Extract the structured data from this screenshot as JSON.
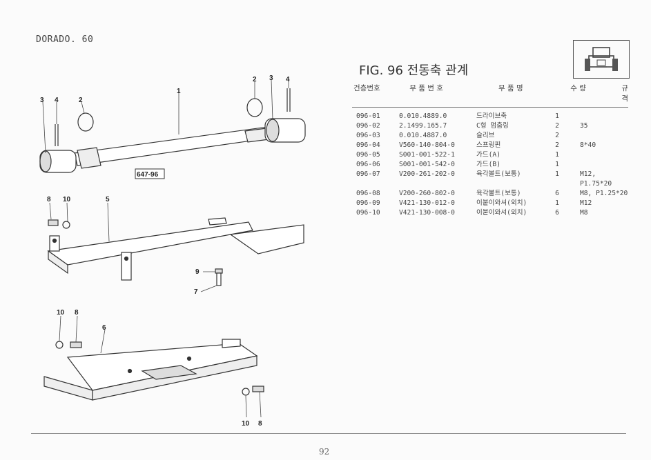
{
  "header": {
    "model": "DORADO. 60",
    "fig_title": "FIG. 96 전동축 관계",
    "icon": "tractor-front-icon"
  },
  "table": {
    "headers": [
      "건층번호",
      "부 품 번 호",
      "부 품 명",
      "수 량",
      "규 격"
    ],
    "rows": [
      [
        "096-01",
        "0.010.4889.0",
        "드라이브축",
        "1",
        ""
      ],
      [
        "096-02",
        "2.1499.165.7",
        "C형 멈춤링",
        "2",
        "35"
      ],
      [
        "096-03",
        "0.010.4887.0",
        "슬리브",
        "2",
        ""
      ],
      [
        "096-04",
        "V560-140-804-0",
        "스프링핀",
        "2",
        "8*40"
      ],
      [
        "096-05",
        "S001-001-522-1",
        "가드(A)",
        "1",
        ""
      ],
      [
        "096-06",
        "S001-001-542-0",
        "가드(B)",
        "1",
        ""
      ],
      [
        "096-07",
        "V200-261-202-0",
        "육각볼트(보통)",
        "1",
        "M12, P1.75*20"
      ],
      [
        "096-08",
        "V200-260-802-0",
        "육각볼트(보통)",
        "6",
        "M8, P1.25*20"
      ],
      [
        "096-09",
        "V421-130-012-0",
        "이붙이와셔(외치)",
        "1",
        "M12"
      ],
      [
        "096-10",
        "V421-130-008-0",
        "이붙이와셔(외치)",
        "6",
        "M8"
      ]
    ]
  },
  "diagram": {
    "ref_code": "647-96",
    "callouts": {
      "shaft": "1",
      "snap_ring_left": "2",
      "snap_ring_right": "2",
      "sleeve_left": "3",
      "sleeve_right": "3",
      "pin_left": "4",
      "pin_right": "4",
      "guard_a": "5",
      "guard_b": "6",
      "bolt_m12": "7",
      "bolt_top": "8",
      "bolt_mid": "8",
      "bolt_bottom": "8",
      "washer_m12": "9",
      "washer_top": "10",
      "washer_mid": "10",
      "washer_bottom": "10"
    }
  },
  "footer": {
    "page": "92"
  }
}
